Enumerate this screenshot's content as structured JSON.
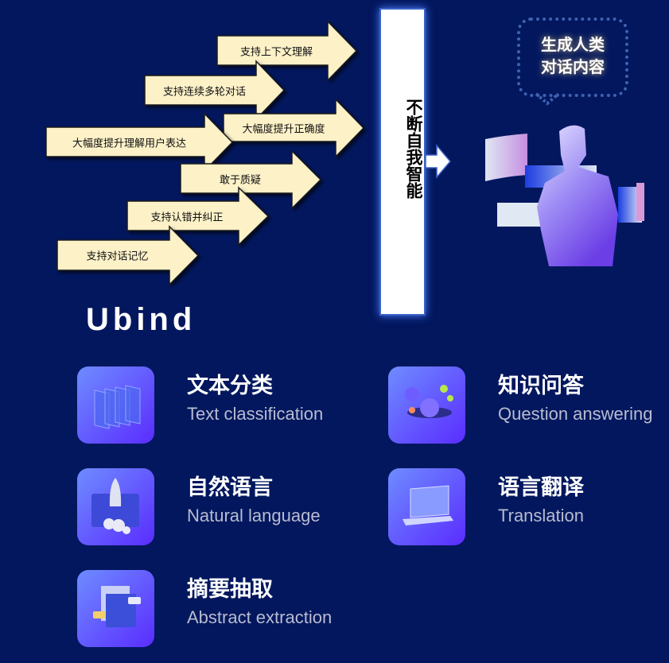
{
  "arrows": [
    {
      "label": "支持上下文理解"
    },
    {
      "label": "支持连续多轮对话"
    },
    {
      "label": "大幅度提升正确度"
    },
    {
      "label": "大幅度提升理解用户表达"
    },
    {
      "label": "敢于质疑"
    },
    {
      "label": "支持认错并纠正"
    },
    {
      "label": "支持对话记忆"
    }
  ],
  "center_box": {
    "label": "不断自我智能"
  },
  "bubble": {
    "line1": "生成人类",
    "line2": "对话内容"
  },
  "brand": "Ubind",
  "features": [
    {
      "title": "文本分类",
      "subtitle": "Text classification",
      "icon": "cards-icon"
    },
    {
      "title": "知识问答",
      "subtitle": "Question answering",
      "icon": "planet-icon"
    },
    {
      "title": "自然语言",
      "subtitle": "Natural language",
      "icon": "rocket-icon"
    },
    {
      "title": "语言翻译",
      "subtitle": "Translation",
      "icon": "laptop-icon"
    },
    {
      "title": "摘要抽取",
      "subtitle": "Abstract extraction",
      "icon": "document-chat-icon"
    }
  ],
  "colors": {
    "background": "#02175e",
    "arrow_fill": "#fdf1c8",
    "icon_gradient_start": "#6e8cff",
    "icon_gradient_end": "#5a2cff"
  }
}
